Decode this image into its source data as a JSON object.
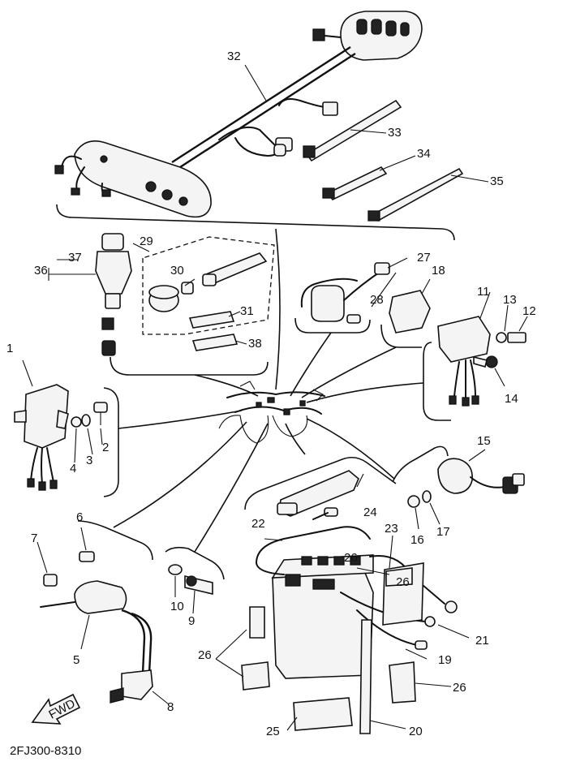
{
  "diagram": {
    "drawing_code": "2FJ300-8310",
    "fwd_label": "FWD",
    "callouts": [
      "1",
      "2",
      "3",
      "4",
      "5",
      "6",
      "7",
      "8",
      "9",
      "10",
      "11",
      "12",
      "13",
      "14",
      "15",
      "16",
      "17",
      "18",
      "19",
      "20",
      "21",
      "22",
      "23",
      "24",
      "25",
      "26",
      "26",
      "26",
      "26",
      "27",
      "28",
      "29",
      "30",
      "31",
      "32",
      "33",
      "34",
      "35",
      "36",
      "37",
      "38"
    ]
  }
}
